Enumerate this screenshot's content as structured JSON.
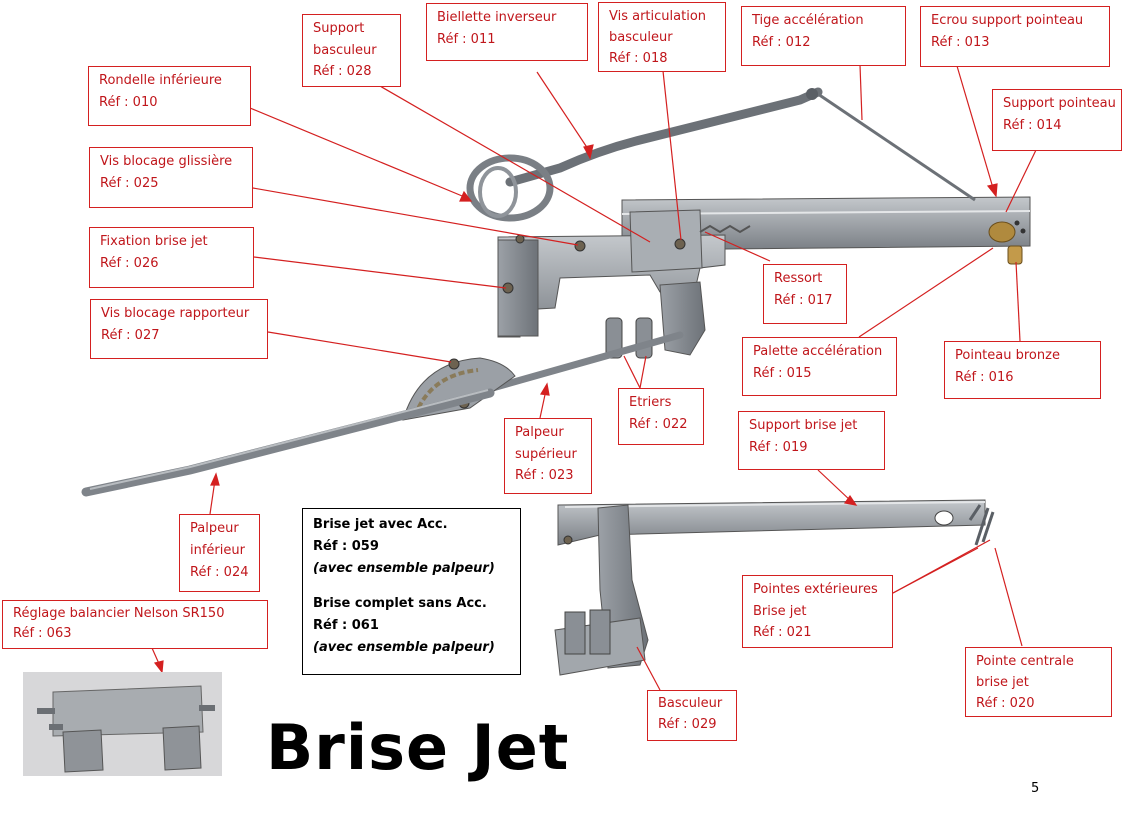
{
  "colors": {
    "label_border": "#d42020",
    "label_text": "#c0161b",
    "leader": "#d42020",
    "metal": "#8f949a"
  },
  "labels": {
    "support_basculeur": {
      "name": "Support basculeur",
      "ref": "Réf : 028"
    },
    "biellette_inverseur": {
      "name": "Biellette inverseur",
      "ref": "Réf : 011"
    },
    "vis_articulation": {
      "name": "Vis articulation basculeur",
      "ref": "Réf : 018"
    },
    "tige_acceleration": {
      "name": "Tige accélération",
      "ref": "Réf : 012"
    },
    "ecrou_support_pointeau": {
      "name": "Ecrou support pointeau",
      "ref": "Réf : 013"
    },
    "rondelle_inferieure": {
      "name": "Rondelle inférieure",
      "ref": "Réf : 010"
    },
    "support_pointeau": {
      "name": "Support pointeau",
      "ref": "Réf : 014"
    },
    "vis_blocage_glissiere": {
      "name": "Vis blocage glissière",
      "ref": "Réf : 025"
    },
    "fixation_brise_jet": {
      "name": "Fixation brise jet",
      "ref": "Réf : 026"
    },
    "ressort": {
      "name": "Ressort",
      "ref": "Réf : 017"
    },
    "vis_blocage_rapporteur": {
      "name": "Vis blocage rapporteur",
      "ref": "Réf : 027"
    },
    "palette_acceleration": {
      "name": "Palette accélération",
      "ref": "Réf : 015"
    },
    "pointeau_bronze": {
      "name": "Pointeau bronze",
      "ref": "Réf : 016"
    },
    "etriers": {
      "name": "Etriers",
      "ref": "Réf : 022"
    },
    "support_brise_jet": {
      "name": "Support brise jet",
      "ref": "Réf : 019"
    },
    "palpeur_superieur": {
      "name": "Palpeur supérieur",
      "ref": "Réf : 023"
    },
    "palpeur_inferieur": {
      "name": "Palpeur inférieur",
      "ref": "Réf : 024"
    },
    "pointes_exterieures": {
      "name": "Pointes extérieures Brise jet",
      "ref": "Réf : 021"
    },
    "reglage_balancier": {
      "name": "Réglage balancier Nelson SR150",
      "ref": "Réf : 063"
    },
    "pointe_centrale": {
      "name": "Pointe centrale brise jet",
      "ref": "Réf : 020"
    },
    "basculeur": {
      "name": "Basculeur",
      "ref": "Réf : 029"
    }
  },
  "info": {
    "line1": "Brise jet avec Acc.",
    "line2": "Réf : 059",
    "line3": "(avec ensemble palpeur)",
    "line4": "Brise complet sans Acc.",
    "line5": "Réf : 061",
    "line6": "(avec ensemble palpeur)"
  },
  "title": "Brise Jet",
  "page_number": "5"
}
